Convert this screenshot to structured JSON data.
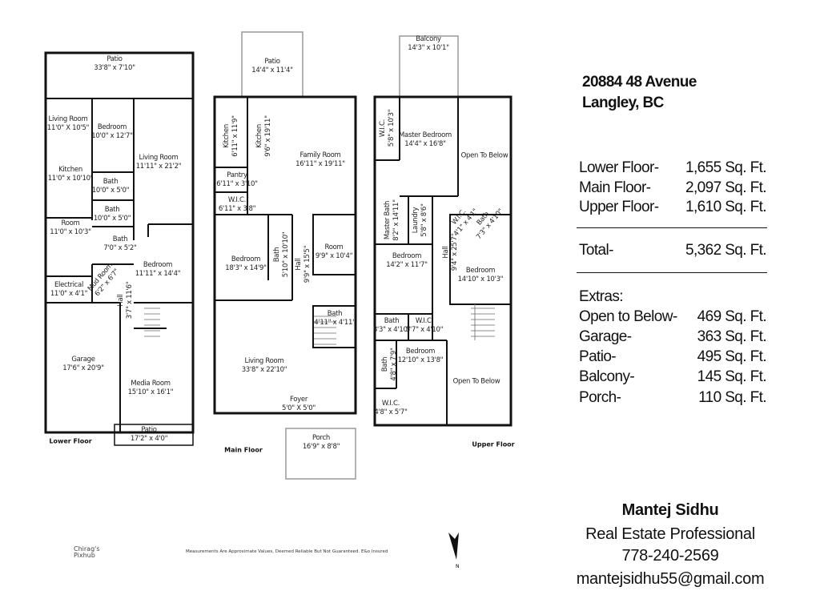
{
  "lower_floor": {
    "label": "Lower Floor",
    "rooms": [
      {
        "name": "Patio",
        "dims": "33'8\" x 7'10\""
      },
      {
        "name": "Living Room",
        "dims": "11'0\" X 10'5\""
      },
      {
        "name": "Bedroom",
        "dims": "10'0\" x 12'7\""
      },
      {
        "name": "Kitchen",
        "dims": "11'0\" x 10'10\""
      },
      {
        "name": "Living Room",
        "dims": "11'11\" x 21'2\""
      },
      {
        "name": "Bath",
        "dims": "10'0\" x 5'0\""
      },
      {
        "name": "Bath",
        "dims": "10'0\" x 5'0\""
      },
      {
        "name": "Room",
        "dims": "11'0\" x 10'3\""
      },
      {
        "name": "Bath",
        "dims": "7'0\" x 5'2\""
      },
      {
        "name": "Bedroom",
        "dims": "11'11\" x 14'4\""
      },
      {
        "name": "Electrical",
        "dims": "11'0\" x 4'1\""
      },
      {
        "name": "Mud Room",
        "dims": "6'2\" x 6'7\""
      },
      {
        "name": "Hall",
        "dims": "3'7\" x 11'6\""
      },
      {
        "name": "Garage",
        "dims": "17'6\" x 20'9\""
      },
      {
        "name": "Media Room",
        "dims": "15'10\" x 16'1\""
      },
      {
        "name": "Patio",
        "dims": "17'2\" x 4'0\""
      }
    ]
  },
  "main_floor": {
    "label": "Main Floor",
    "rooms": [
      {
        "name": "Patio",
        "dims": "14'4\" x 11'4\""
      },
      {
        "name": "Kitchen",
        "dims": "6'11\" x 11'9\""
      },
      {
        "name": "Kitchen",
        "dims": "9'6\" x 19'11\""
      },
      {
        "name": "Family Room",
        "dims": "16'11\" x 19'11\""
      },
      {
        "name": "Pantry",
        "dims": "6'11\" x 3'10\""
      },
      {
        "name": "W.I.C.",
        "dims": "6'11\" x 3'8\""
      },
      {
        "name": "Bedroom",
        "dims": "18'3\" x 14'9\""
      },
      {
        "name": "Bath",
        "dims": "5'10\" x 10'10\""
      },
      {
        "name": "Hall",
        "dims": "9'9\" x 15'5\""
      },
      {
        "name": "Room",
        "dims": "9'9\" x 10'4\""
      },
      {
        "name": "Bath",
        "dims": "4'11\" x 4'11\""
      },
      {
        "name": "Living Room",
        "dims": "33'8\" x 22'10\""
      },
      {
        "name": "Foyer",
        "dims": "5'0\" X 5'0\""
      },
      {
        "name": "Porch",
        "dims": "16'9\" x 8'8\""
      }
    ]
  },
  "upper_floor": {
    "label": "Upper Floor",
    "rooms": [
      {
        "name": "Balcony",
        "dims": "14'3\" x 10'1\""
      },
      {
        "name": "W.I.C.",
        "dims": "5'8\" x 10'3\""
      },
      {
        "name": "Master Bedroom",
        "dims": "14'4\" x 16'8\""
      },
      {
        "name": "Open To Below",
        "dims": ""
      },
      {
        "name": "Master Bath",
        "dims": "8'2\" x 14'11\""
      },
      {
        "name": "Laundry",
        "dims": "5'8\" x 8'6\""
      },
      {
        "name": "Hall",
        "dims": "9'4\" x 25'7\""
      },
      {
        "name": "W.I.C.",
        "dims": "4'1\" x 4'1\""
      },
      {
        "name": "Bath",
        "dims": "7'3\" x 4'10\""
      },
      {
        "name": "Bedroom",
        "dims": "14'2\" x 11'7\""
      },
      {
        "name": "Bedroom",
        "dims": "14'10\" x 10'3\""
      },
      {
        "name": "Bath",
        "dims": "8'3\" x 4'10\""
      },
      {
        "name": "W.I.C.",
        "dims": "5'7\" x 4'10\""
      },
      {
        "name": "Bedroom",
        "dims": "12'10\" x 13'8\""
      },
      {
        "name": "Bath",
        "dims": "4'8\" x 7'9\""
      },
      {
        "name": "Open To Below",
        "dims": ""
      },
      {
        "name": "W.I.C.",
        "dims": "4'8\" x 5'7\""
      }
    ]
  },
  "address": {
    "line1": "20884 48 Avenue",
    "line2": "Langley, BC"
  },
  "floors": [
    {
      "label": "Lower Floor-",
      "value": "1,655 Sq. Ft."
    },
    {
      "label": "Main Floor-",
      "value": "2,097 Sq. Ft."
    },
    {
      "label": "Upper Floor-",
      "value": "1,610 Sq. Ft."
    }
  ],
  "total": {
    "label": "Total-",
    "value": "5,362 Sq. Ft."
  },
  "extras": {
    "heading": "Extras:",
    "items": [
      {
        "label": "Open to Below-",
        "value": "469 Sq. Ft."
      },
      {
        "label": "Garage-",
        "value": "363 Sq. Ft."
      },
      {
        "label": "Patio-",
        "value": "495 Sq. Ft."
      },
      {
        "label": "Balcony-",
        "value": "145 Sq. Ft."
      },
      {
        "label": "Porch-",
        "value": "110 Sq. Ft."
      }
    ]
  },
  "contact": {
    "name": "Mantej Sidhu",
    "title": "Real Estate Professional",
    "phone": "778-240-2569",
    "email": "mantejsidhu55@gmail.com"
  },
  "disclaimer": "Measurements Are Approximate Values, Deemed Reliable But Not Guaranteed. E&o Insured",
  "logo": {
    "line1": "Chirag's",
    "line2": "Pixhub"
  },
  "compass": {
    "icon": "north-arrow-icon",
    "label": "N"
  }
}
